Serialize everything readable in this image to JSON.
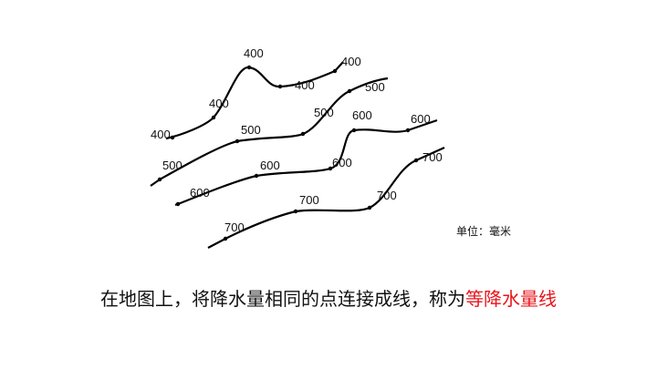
{
  "diagram": {
    "isohyets": [
      {
        "value": 400,
        "labels": [
          "400",
          "400",
          "400",
          "400",
          "400"
        ]
      },
      {
        "value": 500,
        "labels": [
          "500",
          "500",
          "500",
          "500"
        ]
      },
      {
        "value": 600,
        "labels": [
          "600",
          "600",
          "600",
          "600",
          "600"
        ]
      },
      {
        "value": 700,
        "labels": [
          "700",
          "700",
          "700",
          "700"
        ]
      }
    ],
    "unit_label": "单位：毫米"
  },
  "caption": {
    "text": "在地图上，将降水量相同的点连接成线，称为",
    "highlight": "等降水量线",
    "highlight_color": "#e8141b"
  }
}
